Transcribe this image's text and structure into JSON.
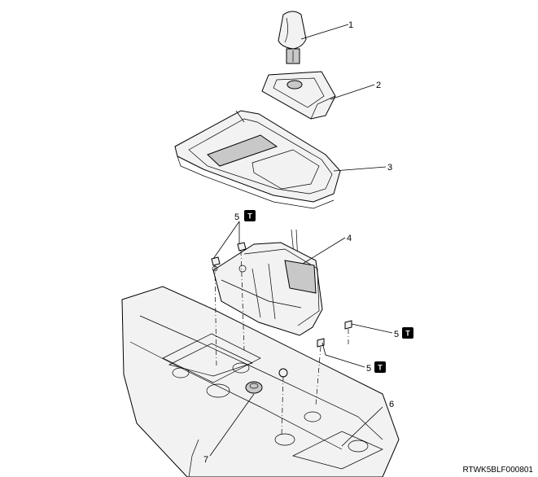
{
  "diagram": {
    "callouts": [
      "1",
      "2",
      "3",
      "4",
      "5",
      "6",
      "7"
    ],
    "torque_symbol": "T",
    "reference_code": "RTWK5BLF000801"
  }
}
